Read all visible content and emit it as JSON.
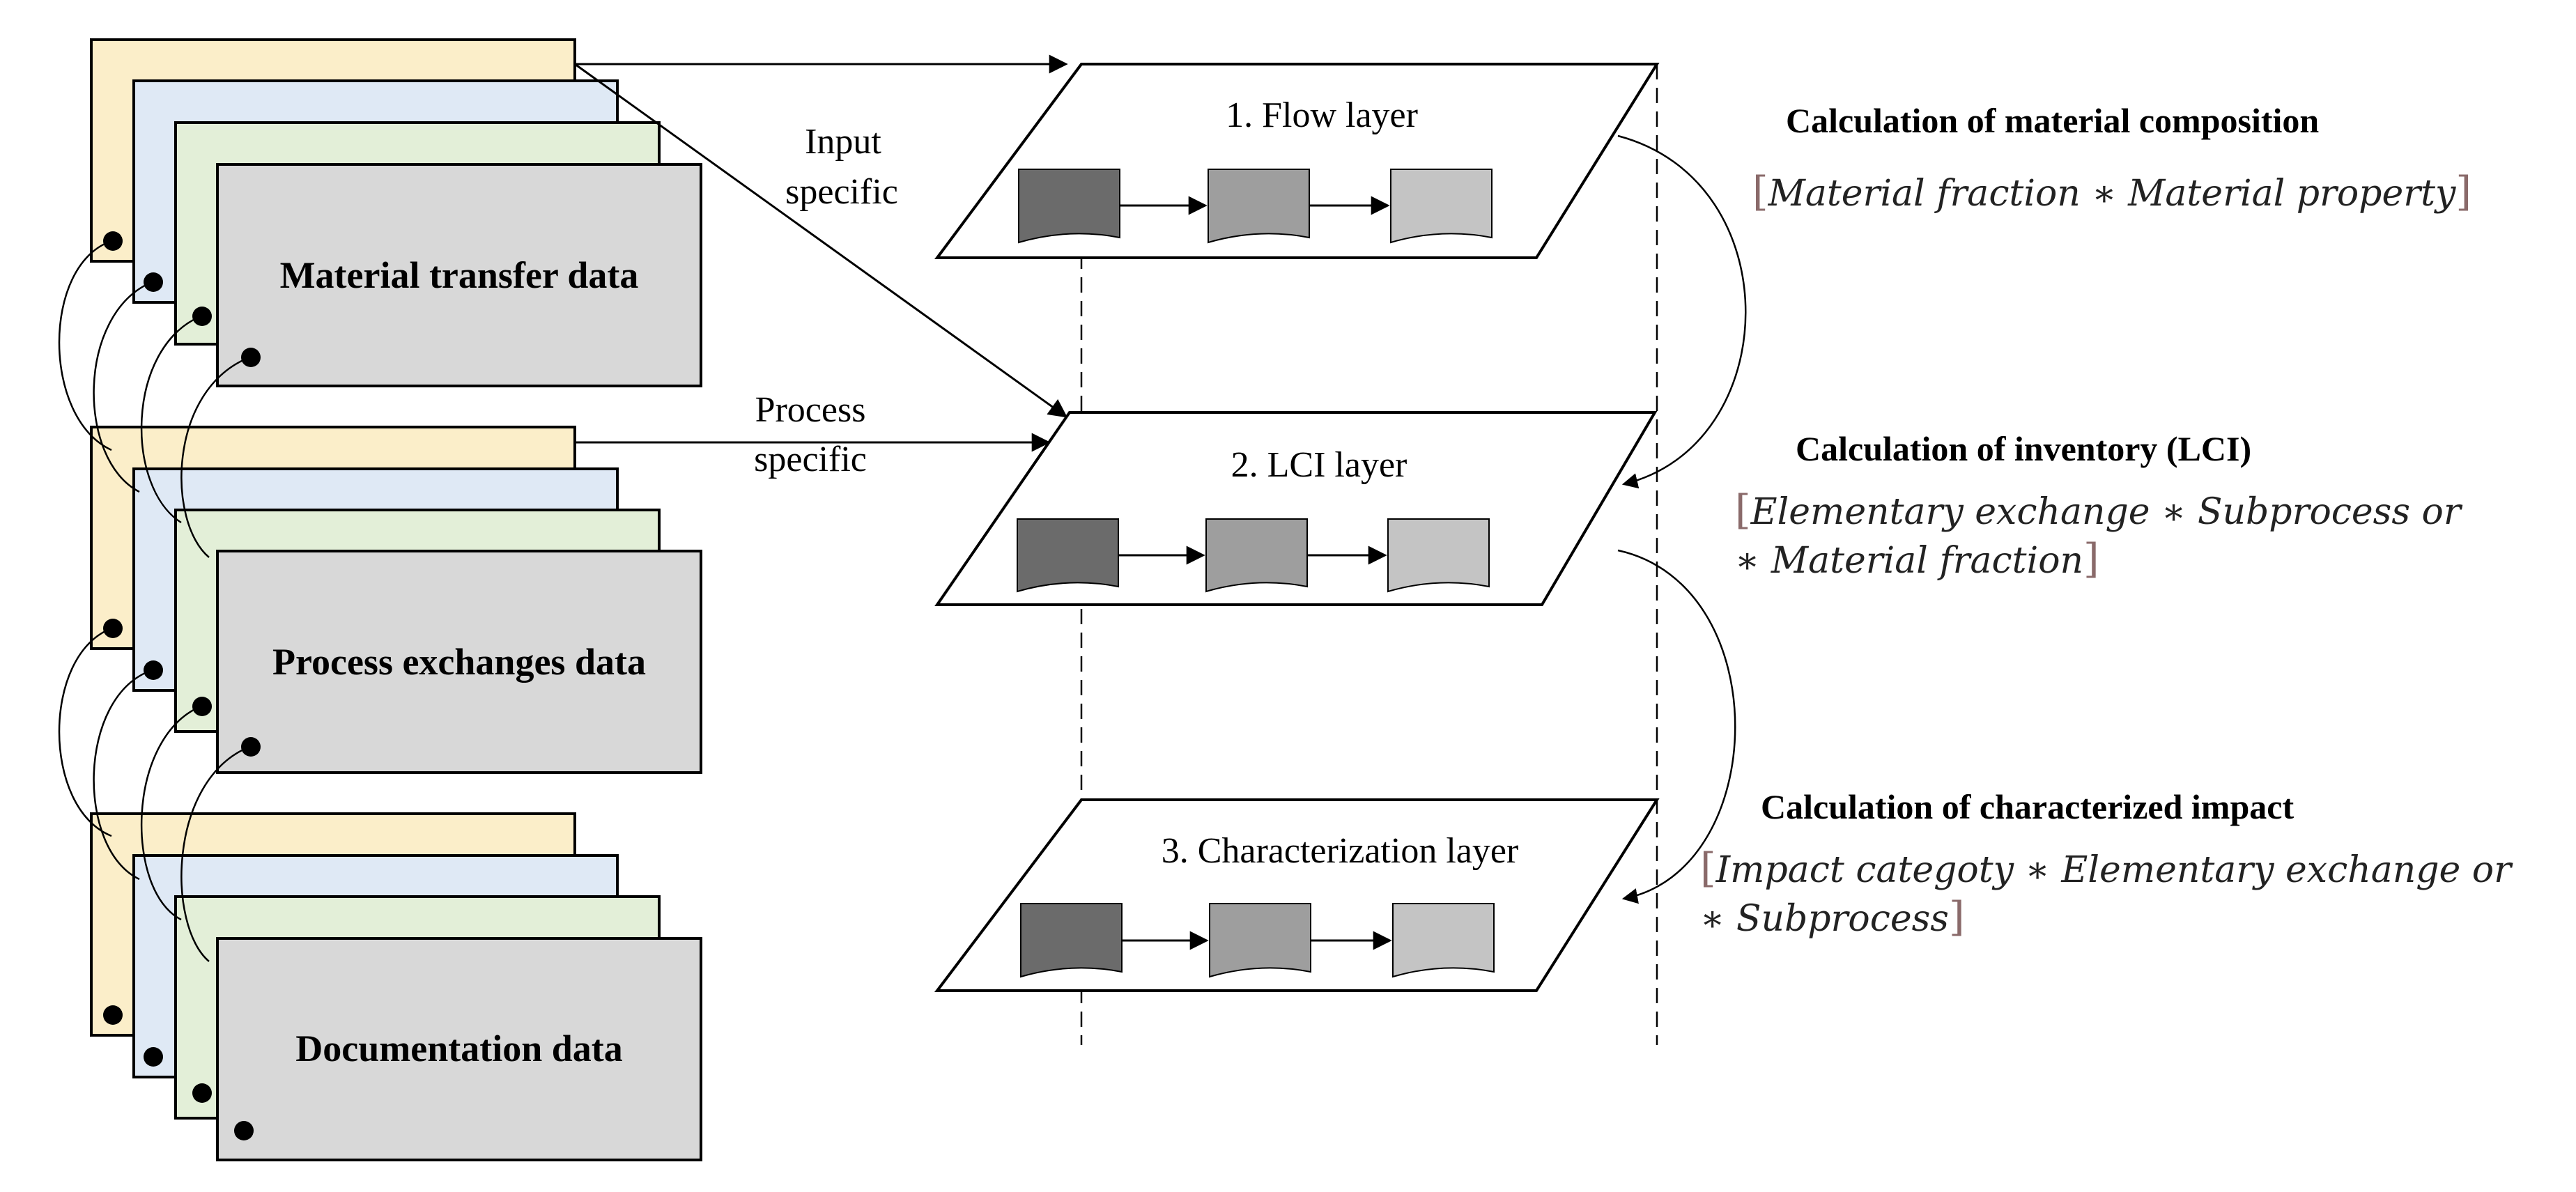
{
  "stacks": [
    {
      "title": "Material transfer data"
    },
    {
      "title": "Process exchanges data"
    },
    {
      "title": "Documentation data"
    }
  ],
  "stack_colors": {
    "sheet_1": "#fbeec9",
    "sheet_2": "#dfe9f5",
    "sheet_3": "#e3efd8",
    "sheet_4": "#d8d8d8"
  },
  "arrow_labels": {
    "input_line1": "Input",
    "input_line2": "specific",
    "process_line1": "Process",
    "process_line2": "specific"
  },
  "layers": [
    {
      "title": "1. Flow layer"
    },
    {
      "title": "2. LCI layer"
    },
    {
      "title": "3. Characterization layer"
    }
  ],
  "layer_doc_colors": [
    "#6b6b6b",
    "#9e9e9e",
    "#c4c4c4"
  ],
  "calculations": [
    {
      "title": "Calculation of material composition",
      "formula_lines": [
        "Material fraction ∗ Material property"
      ]
    },
    {
      "title": "Calculation of inventory (LCI)",
      "formula_lines": [
        "Elementary exchange  ∗ Subprocess or",
        "∗ Material fraction"
      ]
    },
    {
      "title": "Calculation of characterized impact",
      "formula_lines": [
        "Impact categoty  ∗ Elementary exchange or",
        "∗ Subprocess"
      ]
    }
  ],
  "brackets": {
    "open": "[",
    "close": "]"
  }
}
